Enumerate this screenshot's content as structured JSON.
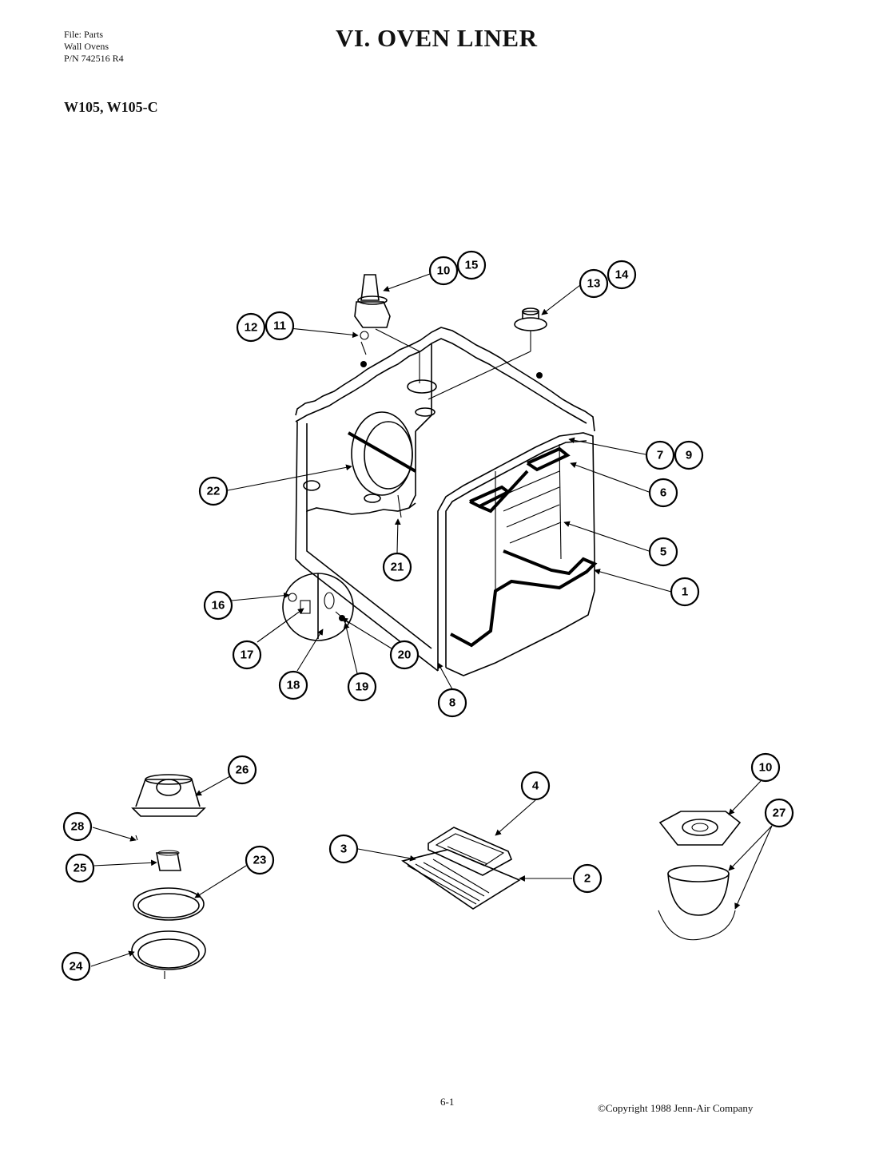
{
  "header": {
    "file_lines": [
      "File: Parts",
      "Wall Ovens",
      "P/N 742516 R4"
    ],
    "title": "VI.  OVEN LINER",
    "models": "W105, W105-C"
  },
  "callouts": [
    {
      "id": "c1",
      "label": "1"
    },
    {
      "id": "c2",
      "label": "2"
    },
    {
      "id": "c3",
      "label": "3"
    },
    {
      "id": "c4",
      "label": "4"
    },
    {
      "id": "c5",
      "label": "5"
    },
    {
      "id": "c6",
      "label": "6"
    },
    {
      "id": "c7",
      "label": "7"
    },
    {
      "id": "c8",
      "label": "8"
    },
    {
      "id": "c9",
      "label": "9"
    },
    {
      "id": "c10a",
      "label": "10"
    },
    {
      "id": "c10b",
      "label": "10"
    },
    {
      "id": "c11",
      "label": "11"
    },
    {
      "id": "c12",
      "label": "12"
    },
    {
      "id": "c13",
      "label": "13"
    },
    {
      "id": "c14",
      "label": "14"
    },
    {
      "id": "c15",
      "label": "15"
    },
    {
      "id": "c16",
      "label": "16"
    },
    {
      "id": "c17",
      "label": "17"
    },
    {
      "id": "c18",
      "label": "18"
    },
    {
      "id": "c19",
      "label": "19"
    },
    {
      "id": "c20",
      "label": "20"
    },
    {
      "id": "c21",
      "label": "21"
    },
    {
      "id": "c22",
      "label": "22"
    },
    {
      "id": "c23",
      "label": "23"
    },
    {
      "id": "c24",
      "label": "24"
    },
    {
      "id": "c25",
      "label": "25"
    },
    {
      "id": "c26",
      "label": "26"
    },
    {
      "id": "c27",
      "label": "27"
    },
    {
      "id": "c28",
      "label": "28"
    }
  ],
  "footer": {
    "page_number": "6-1",
    "copyright": "©Copyright 1988 Jenn-Air Company"
  }
}
